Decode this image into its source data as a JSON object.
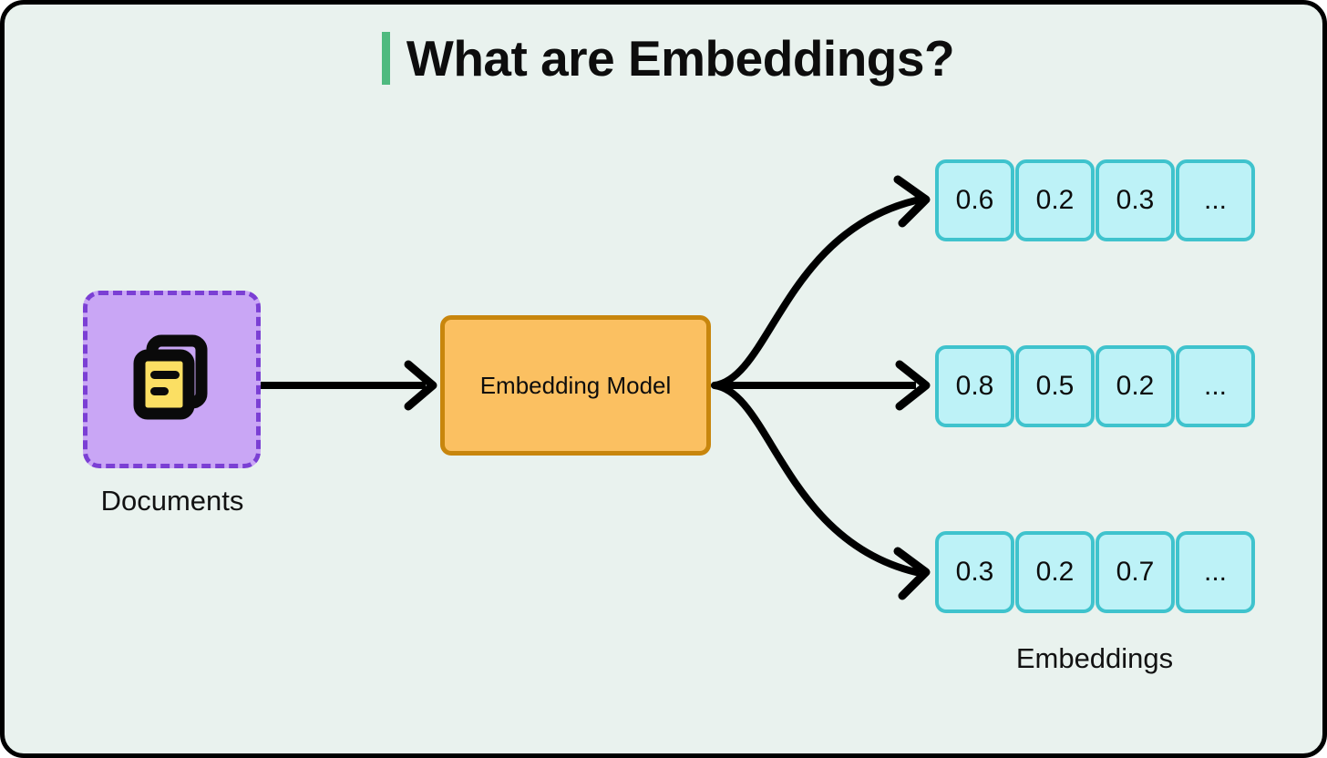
{
  "header": {
    "title": "What are Embeddings?",
    "accent_color": "#4fba7f"
  },
  "canvas": {
    "background_color": "#e9f2ee",
    "border_color": "#000000"
  },
  "diagram": {
    "source": {
      "label": "Documents",
      "icon": "documents-stack-icon",
      "fill_color": "#c9a6f5",
      "border_color": "#7b3fd4"
    },
    "processor": {
      "label": "Embedding Model",
      "fill_color": "#fbc061",
      "border_color": "#c8860d"
    },
    "output": {
      "label": "Embeddings",
      "cell_fill_color": "#bdf2f7",
      "cell_border_color": "#3fc3cd",
      "vectors": [
        [
          "0.6",
          "0.2",
          "0.3",
          "..."
        ],
        [
          "0.8",
          "0.5",
          "0.2",
          "..."
        ],
        [
          "0.3",
          "0.2",
          "0.7",
          "..."
        ]
      ]
    },
    "arrows": [
      {
        "name": "documents-to-model",
        "shape": "straight"
      },
      {
        "name": "model-to-vector-1",
        "shape": "curve-up"
      },
      {
        "name": "model-to-vector-2",
        "shape": "straight"
      },
      {
        "name": "model-to-vector-3",
        "shape": "curve-down"
      }
    ]
  }
}
